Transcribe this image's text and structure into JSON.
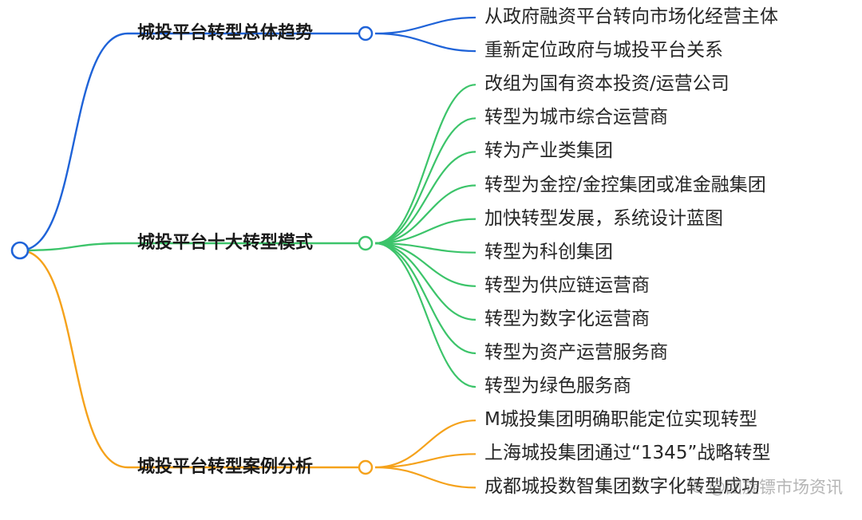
{
  "mindmap": {
    "colors": {
      "blue": "#1f63d8",
      "green": "#3cc46a",
      "orange": "#f5a21b"
    },
    "branches": [
      {
        "label": "城投平台转型总体趋势",
        "color": "#1f63d8",
        "children": [
          "从政府融资平台转向市场化经营主体",
          "重新定位政府与城投平台关系"
        ]
      },
      {
        "label": "城投平台十大转型模式",
        "color": "#3cc46a",
        "children": [
          "改组为国有资本投资/运营公司",
          "转型为城市综合运营商",
          "转为产业类集团",
          "转型为金控/金控集团或准金融集团",
          "加快转型发展，系统设计蓝图",
          "转型为科创集团",
          "转型为供应链运营商",
          "转型为数字化运营商",
          "转型为资产运营服务商",
          "转型为绿色服务商"
        ]
      },
      {
        "label": "城投平台转型案例分析",
        "color": "#f5a21b",
        "children": [
          "M城投集团明确职能定位实现转型",
          "上海城投集团通过“1345”战略转型",
          "成都城投数智集团数字化转型成功"
        ]
      }
    ]
  },
  "watermark": {
    "text": "@回旋镖市场资讯",
    "icon": "wechat-icon"
  }
}
